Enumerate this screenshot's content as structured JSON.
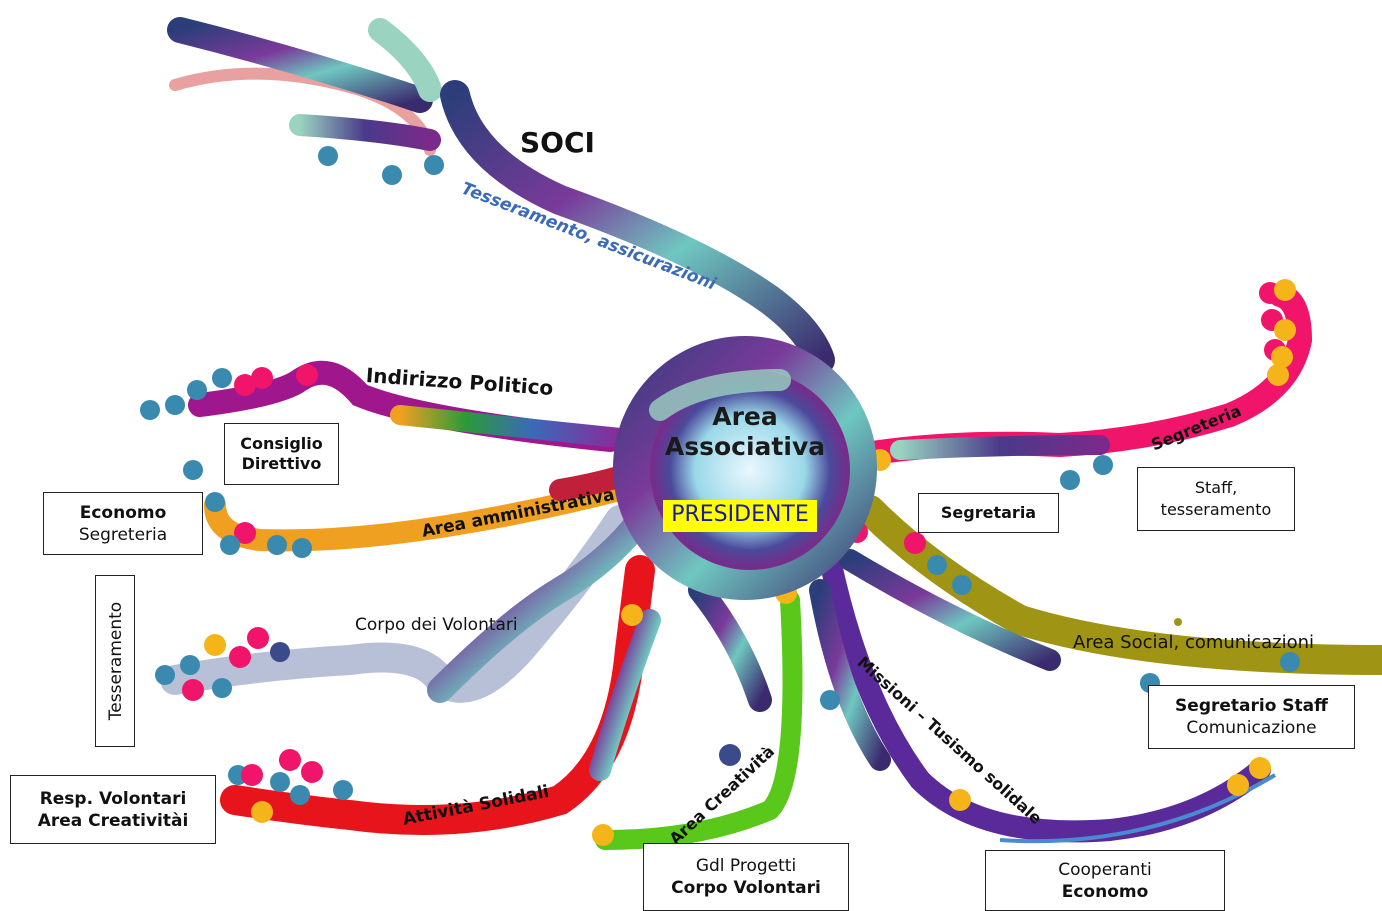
{
  "center": {
    "line1": "Area",
    "line2": "Associativa",
    "president": "PRESIDENTE"
  },
  "branches": {
    "soci": "SOCI",
    "tesseramento_assicurazioni": "Tesseramento, assicurazioni",
    "indirizzo_politico": "Indirizzo Politico",
    "area_amministrativa": "Area amministrativa",
    "corpo_volontari": "Corpo dei Volontari",
    "attivita_solidali": "Attività Solidali",
    "area_creativita": "Area Creatività",
    "missioni": "Missioni – Tusismo solidale",
    "area_social": "Area Social,  comunicazioni",
    "segreteria": "Segreteria"
  },
  "boxes": {
    "consiglio": {
      "line1": "Consiglio",
      "line2": "Direttivo"
    },
    "economo": {
      "line1": "Economo",
      "line2": "Segreteria"
    },
    "tesseramento": "Tesseramento",
    "resp_volontari": {
      "line1": "Resp. Volontari",
      "line2": "Area Creativitài"
    },
    "gdl": {
      "line1": "Gdl Progetti",
      "line2": "Corpo Volontari"
    },
    "cooperanti": {
      "line1": "Cooperanti",
      "line2": "Economo"
    },
    "segretario_staff": {
      "line1": "Segretario Staff",
      "line2": "Comunicazione"
    },
    "segretaria": "Segretaria",
    "staff": {
      "line1": "Staff,",
      "line2": "tesseramento"
    }
  },
  "colors": {
    "galaxy_dark": "#3a2a6e",
    "galaxy_teal": "#5fb3b0",
    "magenta": "#b0167c",
    "red": "#e8141c",
    "orange": "#f0a020",
    "olive": "#a09414",
    "green": "#5ac81a",
    "purple": "#5a2a9a",
    "pink": "#f0146a",
    "dot_blue": "#3a8ab0",
    "dot_yellow": "#f5b51a",
    "label_blue": "#3a6ab8",
    "president_bg": "#ffff00",
    "president_text": "#1a1aa0"
  }
}
